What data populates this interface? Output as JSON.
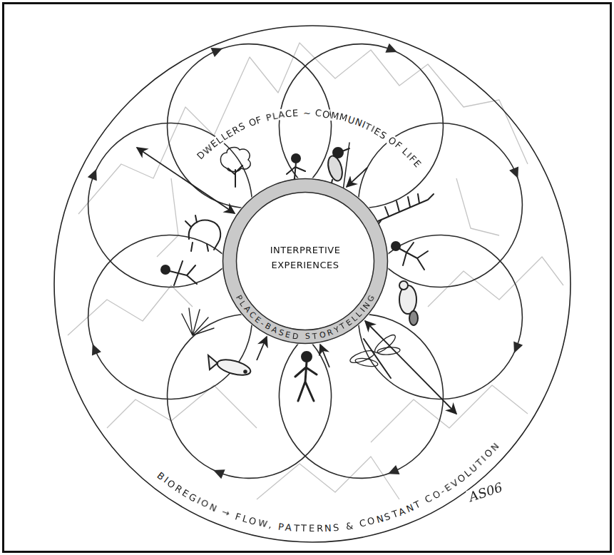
{
  "diagram": {
    "nodes": [
      {
        "text": [
          "DWELLERS OF PLACE ~ COMMUNITIES OF LIFE",
          "BIOREGION → FLOW, PATTERNS & CONSTANT CO-EVOLUTION"
        ]
      },
      {
        "text": [
          "PLACE-BASED STORYTELLING"
        ],
        "in": 0
      },
      {
        "text": [
          "INTERPRETIVE EXPERIENCES"
        ],
        "in": 1
      }
    ],
    "labels": [
      "AS06"
    ]
  }
}
